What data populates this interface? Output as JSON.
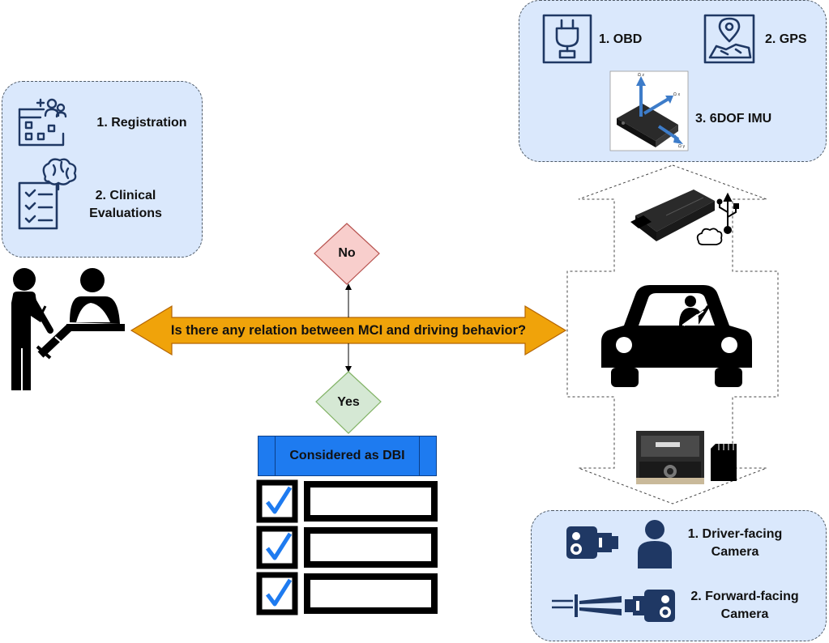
{
  "clinical_panel": {
    "item1": "1. Registration",
    "item2_line1": "2. Clinical",
    "item2_line2": "Evaluations"
  },
  "sensor_panel": {
    "obd": "1. OBD",
    "gps": "2. GPS",
    "imu": "3. 6DOF IMU",
    "imu_axis_labels": [
      "Ω z",
      "Ω x",
      "Ω y"
    ]
  },
  "camera_panel": {
    "driver_line1": "1. Driver-facing",
    "driver_line2": "Camera",
    "forward_line1": "2. Forward-facing",
    "forward_line2": "Camera"
  },
  "question": "Is there any relation between MCI and driving behavior?",
  "decision": {
    "no": "No",
    "yes": "Yes"
  },
  "checklist": {
    "header": "Considered as DBI"
  },
  "colors": {
    "panel_fill": "#dae8fc",
    "arrow_fill": "#f0a30a",
    "no_fill": "#f8cecc",
    "yes_fill": "#d5e8d4",
    "header_fill": "#1e7bf0",
    "check": "#1e7bf0",
    "icon_navy": "#1f3864"
  }
}
